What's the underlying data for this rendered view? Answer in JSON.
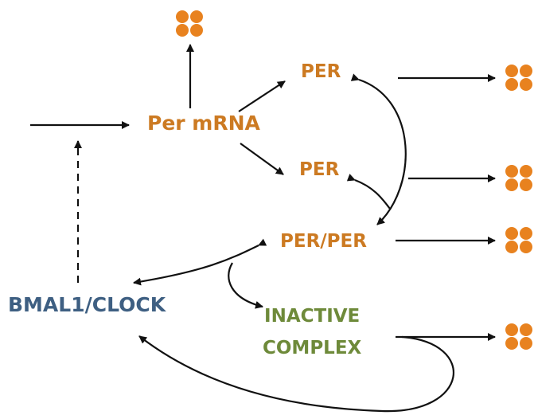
{
  "labels": {
    "per_mrna": "Per mRNA",
    "per_top": "PER",
    "per_mid": "PER",
    "per_dimer": "PER/PER",
    "bmal1_clock": "BMAL1/CLOCK",
    "inactive_line1": "INACTIVE",
    "inactive_line2": "COMPLEX"
  },
  "colors": {
    "protein_orange": "#cc7a22",
    "bmal_blue": "#3e5f82",
    "complex_green": "#6e8a3a",
    "arrow_black": "#111111",
    "degradation_dot": "#e8821f"
  },
  "icons": {
    "degradation": "four-dot-cluster-icon"
  }
}
